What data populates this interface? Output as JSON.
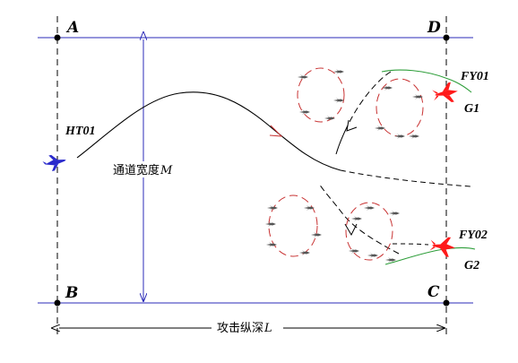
{
  "corners": {
    "top_left": "A",
    "top_right": "D",
    "bottom_left": "B",
    "bottom_right": "C"
  },
  "aircraft": {
    "attacker": "HT01",
    "defender_1": "FY01",
    "defender_2": "FY02"
  },
  "groups": {
    "group_1": "G1",
    "group_2": "G2"
  },
  "dimensions": {
    "channel_width_prefix": "通道宽度",
    "channel_width_var": "M",
    "attack_depth_prefix": "攻击纵深",
    "attack_depth_var": "L"
  },
  "colors": {
    "boundary": "#2b2bb8",
    "attacker": "#2b2bcc",
    "defender": "#ff1a1a",
    "patrol_orbit": "#c83232",
    "defender_track": "#2e9e3a",
    "path": "#000000"
  }
}
